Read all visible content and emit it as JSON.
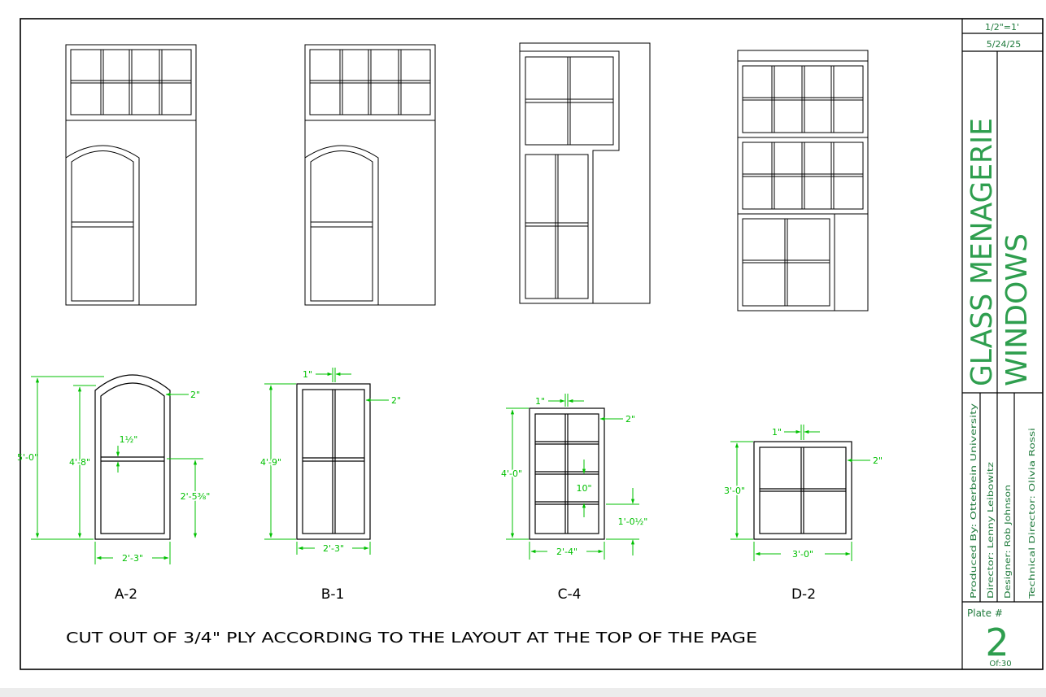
{
  "colors": {
    "line": "#000000",
    "dimension": "#00c000",
    "title_green": "#2e9e4e",
    "block_green": "#1f7a3c",
    "background": "#ffffff"
  },
  "dimensions": {
    "a2_height_total": "5'-0\"",
    "a2_height_side": "4'-8\"",
    "a2_frame": "2\"",
    "a2_mullion": "1½\"",
    "a2_lower": "2'-5⅜\"",
    "a2_width": "2'-3\"",
    "b1_mullion": "1\"",
    "b1_frame": "2\"",
    "b1_height": "4'-9\"",
    "b1_width": "2'-3\"",
    "c4_mullion": "1\"",
    "c4_frame": "2\"",
    "c4_height": "4'-0\"",
    "c4_pane": "10\"",
    "c4_lower": "1'-0½\"",
    "c4_width": "2'-4\"",
    "d2_mullion": "1\"",
    "d2_frame": "2\"",
    "d2_height": "3'-0\"",
    "d2_width": "3'-0\""
  },
  "labels": {
    "a2": "A-2",
    "b1": "B-1",
    "c4": "C-4",
    "d2": "D-2"
  },
  "note": "CUT OUT OF 3/4\" PLY ACCORDING TO THE LAYOUT AT THE TOP OF THE PAGE",
  "title_block": {
    "scale": "1/2\"=1'",
    "date": "5/24/25",
    "title_line1": "GLASS MENAGERIE",
    "title_line2": "WINDOWS",
    "credits": [
      "Produced By: Otterbein University",
      "Director: Lenny Leibowitz",
      "Designer: Rob Johnson",
      "Technical Director: Olivia Rossi"
    ],
    "plate_label": "Plate #",
    "plate_number": "2",
    "plate_of": "Of:30"
  }
}
